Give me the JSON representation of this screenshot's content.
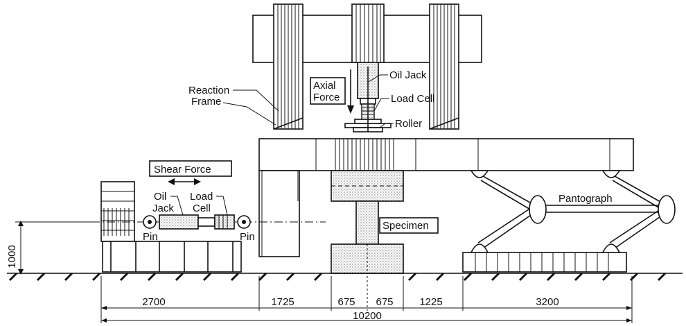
{
  "labels": {
    "reaction_frame_1": "Reaction",
    "reaction_frame_2": "Frame",
    "axial_force_1": "Axial",
    "axial_force_2": "Force",
    "oil_jack_top": "Oil Jack",
    "load_cell_top": "Load Cell",
    "roller": "Roller",
    "shear_force": "Shear Force",
    "oil_jack_left_1": "Oil",
    "oil_jack_left_2": "Jack",
    "load_cell_left_1": "Load",
    "load_cell_left_2": "Cell",
    "pin_left": "Pin",
    "pin_right": "Pin",
    "specimen": "Specimen",
    "pantograph": "Pantograph"
  },
  "dimensions": {
    "height": "1000",
    "segments": [
      "2700",
      "1725",
      "675",
      "675",
      "1225",
      "3200"
    ],
    "total": "10200"
  },
  "colors": {
    "line": "#111111",
    "stipple": "#cfcfcf",
    "background": "#ffffff"
  }
}
